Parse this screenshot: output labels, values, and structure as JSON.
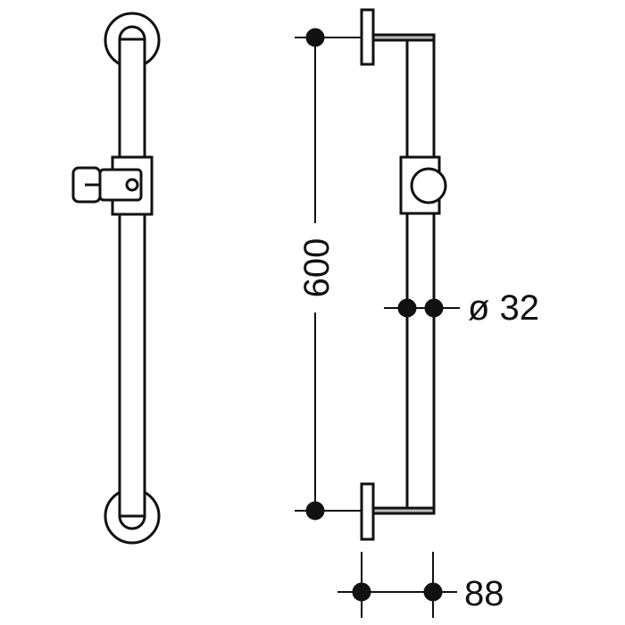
{
  "dimensions": {
    "length": "600",
    "diameter": "ø 32",
    "depth": "88"
  },
  "colors": {
    "line": "#111111",
    "background": "#ffffff"
  }
}
